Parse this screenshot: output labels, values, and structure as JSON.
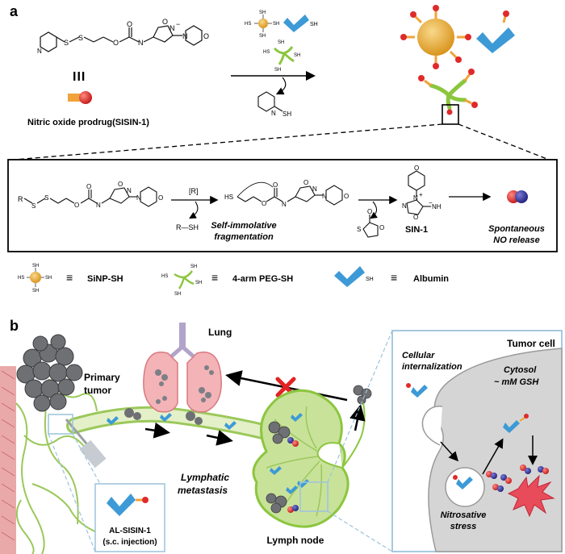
{
  "panel_a": {
    "label": "a",
    "roman": "III",
    "prodrug_caption": "Nitric oxide prodrug(SISIN-1)",
    "atoms": {
      "sh": "SH",
      "hs": "HS",
      "s": "S",
      "n": "N",
      "o": "O",
      "r": "R",
      "r_sh": "R—SH",
      "reagent": "[R]",
      "n_plus": "N",
      "n_minus": "N",
      "nh_minus": "NH",
      "minus": "−",
      "plus": "+"
    },
    "inset": {
      "fragmentation_line1": "Self-immolative",
      "fragmentation_line2": "fragmentation",
      "sin1": "SIN-1",
      "release_line1": "Spontaneous",
      "release_line2": "NO release"
    },
    "legend": {
      "equiv": "≡",
      "sinp": "SiNP-SH",
      "peg": "4-arm PEG-SH",
      "albumin": "Albumin"
    }
  },
  "panel_b": {
    "label": "b",
    "lung": "Lung",
    "primary_tumor_line1": "Primary",
    "primary_tumor_line2": "tumor",
    "tumor_cell": "Tumor cell",
    "internalization_line1": "Cellular",
    "internalization_line2": "internalization",
    "cytosol_line1": "Cytosol",
    "cytosol_line2": "~ mM GSH",
    "injection_line1": "AL-SISIN-1",
    "injection_line2": "(s.c. injection)",
    "metastasis_line1": "Lymphatic",
    "metastasis_line2": "metastasis",
    "lymph_node": "Lymph node",
    "stress_line1": "Nitrosative",
    "stress_line2": "stress"
  },
  "colors": {
    "albumin_blue": "#3d9ad6",
    "peg_green": "#8cc63f",
    "sinp_gold": "#e5a93a",
    "no_red": "#e02a2a",
    "no_blue": "#2a2a8f",
    "lymph_green": "#c9e29a",
    "lung_pink": "#f3b3b7",
    "cell_gray": "#d5d5d5",
    "block_red": "#e32222",
    "inset_border": "#9cc3dc"
  }
}
